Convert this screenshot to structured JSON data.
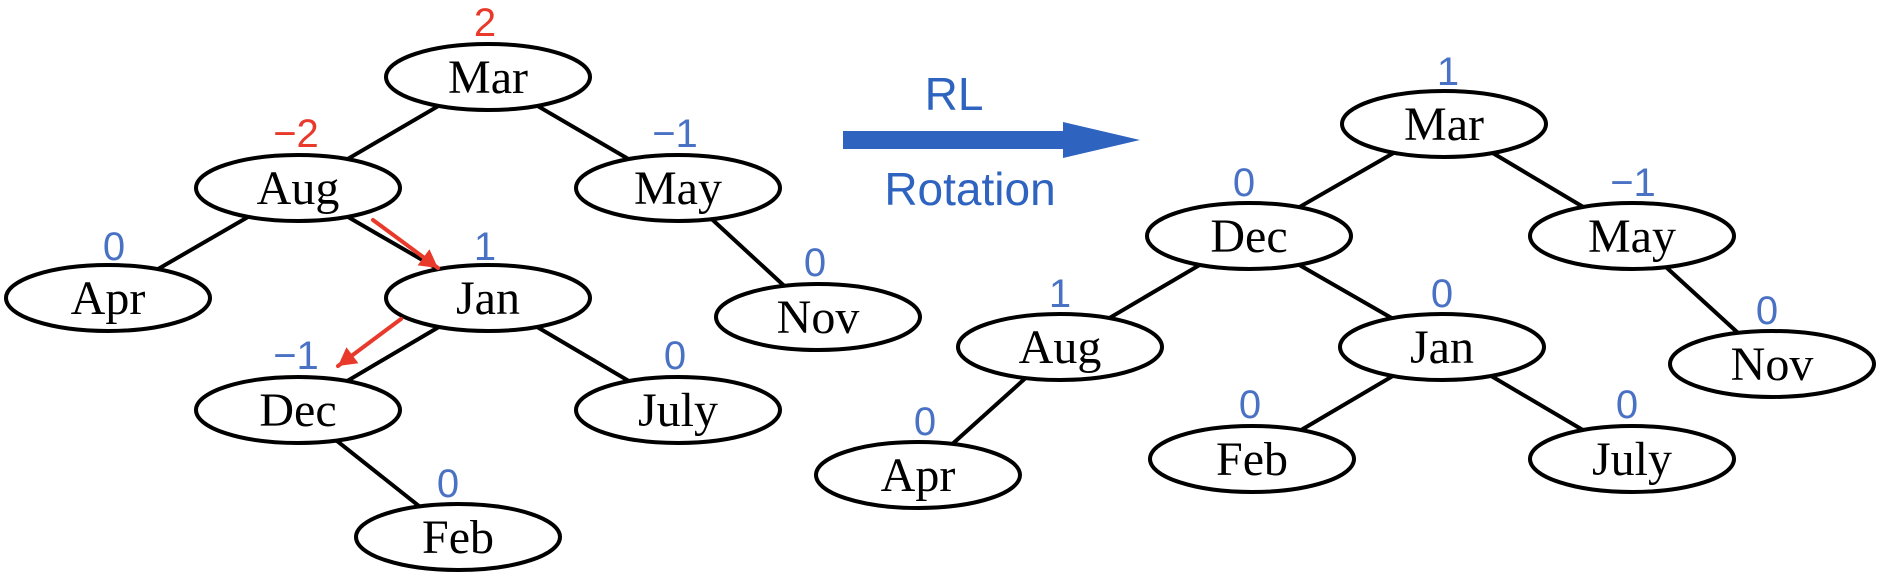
{
  "colors": {
    "balance_normal": "#4a72c4",
    "balance_unbalanced": "#e8392b",
    "rotation_arrow": "#2f63c0",
    "highlight_arrow": "#e8392b",
    "node_stroke": "#000000"
  },
  "before_tree": {
    "nodes": [
      {
        "id": "b_mar",
        "label": "Mar",
        "balance": "2",
        "status": "unbalanced"
      },
      {
        "id": "b_aug",
        "label": "Aug",
        "balance": "−2",
        "status": "unbalanced"
      },
      {
        "id": "b_may",
        "label": "May",
        "balance": "−1",
        "status": "normal"
      },
      {
        "id": "b_apr",
        "label": "Apr",
        "balance": "0",
        "status": "normal"
      },
      {
        "id": "b_jan",
        "label": "Jan",
        "balance": "1",
        "status": "normal"
      },
      {
        "id": "b_nov",
        "label": "Nov",
        "balance": "0",
        "status": "normal"
      },
      {
        "id": "b_dec",
        "label": "Dec",
        "balance": "−1",
        "status": "normal"
      },
      {
        "id": "b_july",
        "label": "July",
        "balance": "0",
        "status": "normal"
      },
      {
        "id": "b_feb",
        "label": "Feb",
        "balance": "0",
        "status": "normal"
      }
    ],
    "edges": [
      [
        "b_mar",
        "b_aug"
      ],
      [
        "b_mar",
        "b_may"
      ],
      [
        "b_aug",
        "b_apr"
      ],
      [
        "b_aug",
        "b_jan"
      ],
      [
        "b_may",
        "b_nov"
      ],
      [
        "b_jan",
        "b_dec"
      ],
      [
        "b_jan",
        "b_july"
      ],
      [
        "b_dec",
        "b_feb"
      ]
    ]
  },
  "rotation": {
    "label_top": "RL",
    "label_bottom": "Rotation"
  },
  "after_tree": {
    "nodes": [
      {
        "id": "a_mar",
        "label": "Mar",
        "balance": "1",
        "status": "normal"
      },
      {
        "id": "a_dec",
        "label": "Dec",
        "balance": "0",
        "status": "normal"
      },
      {
        "id": "a_may",
        "label": "May",
        "balance": "−1",
        "status": "normal"
      },
      {
        "id": "a_aug",
        "label": "Aug",
        "balance": "1",
        "status": "normal"
      },
      {
        "id": "a_jan",
        "label": "Jan",
        "balance": "0",
        "status": "normal"
      },
      {
        "id": "a_nov",
        "label": "Nov",
        "balance": "0",
        "status": "normal"
      },
      {
        "id": "a_apr",
        "label": "Apr",
        "balance": "0",
        "status": "normal"
      },
      {
        "id": "a_feb",
        "label": "Feb",
        "balance": "0",
        "status": "normal"
      },
      {
        "id": "a_july",
        "label": "July",
        "balance": "0",
        "status": "normal"
      }
    ],
    "edges": [
      [
        "a_mar",
        "a_dec"
      ],
      [
        "a_mar",
        "a_may"
      ],
      [
        "a_dec",
        "a_aug"
      ],
      [
        "a_dec",
        "a_jan"
      ],
      [
        "a_may",
        "a_nov"
      ],
      [
        "a_aug",
        "a_apr"
      ],
      [
        "a_jan",
        "a_feb"
      ],
      [
        "a_jan",
        "a_july"
      ]
    ]
  }
}
